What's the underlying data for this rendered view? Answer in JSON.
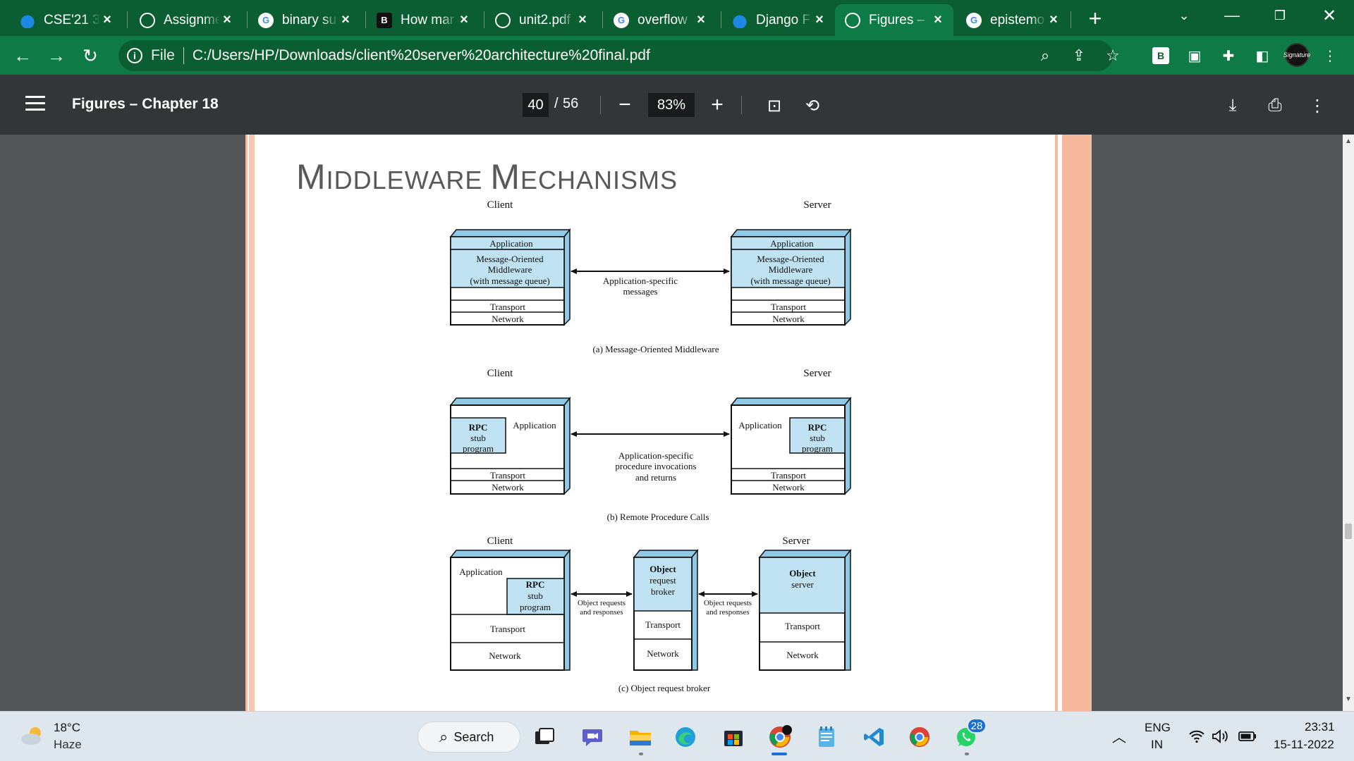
{
  "tabs": [
    {
      "label": "CSE'21 3",
      "icon": "onedrive-cloud-icon"
    },
    {
      "label": "Assignme",
      "icon": "web-globe-icon"
    },
    {
      "label": "binary su",
      "icon": "google-icon"
    },
    {
      "label": "How mar",
      "icon": "b-logo-icon"
    },
    {
      "label": "unit2.pdf",
      "icon": "web-globe-icon"
    },
    {
      "label": "overflow",
      "icon": "google-icon"
    },
    {
      "label": "Django F",
      "icon": "onedrive-cloud-icon"
    },
    {
      "label": "Figures –",
      "icon": "web-globe-icon",
      "active": true
    },
    {
      "label": "epistemo",
      "icon": "google-icon"
    }
  ],
  "address": {
    "scheme_label": "File",
    "url": "C:/Users/HP/Downloads/client%20server%20architecture%20final.pdf",
    "extension_b_label": "B",
    "profile_label": "Signature"
  },
  "pdf_toolbar": {
    "title": "Figures – Chapter 18",
    "page_current": "40",
    "page_separator": "/",
    "page_total": "56",
    "zoom": "83%"
  },
  "slide": {
    "title_cap1": "M",
    "title_rest1": "IDDLEWARE ",
    "title_cap2": "M",
    "title_rest2": "ECHANISMS"
  },
  "diagram": {
    "a": {
      "client_label": "Client",
      "server_label": "Server",
      "client_layers": [
        "Application",
        "Message-Oriented",
        "Middleware",
        "(with message queue)",
        "Transport",
        "Network"
      ],
      "server_layers": [
        "Application",
        "Message-Oriented",
        "Middleware",
        "(with message queue)",
        "Transport",
        "Network"
      ],
      "arrow_label": [
        "Application-specific",
        "messages"
      ],
      "caption": "(a) Message-Oriented Middleware"
    },
    "b": {
      "client_label": "Client",
      "server_label": "Server",
      "client_stub": [
        "RPC",
        "stub",
        "program"
      ],
      "client_app": "Application",
      "server_app": "Application",
      "server_stub": [
        "RPC",
        "stub",
        "program"
      ],
      "transport": "Transport",
      "network": "Network",
      "arrow_label": [
        "Application-specific",
        "procedure invocations",
        "and returns"
      ],
      "caption": "(b) Remote Procedure Calls"
    },
    "c": {
      "client_label": "Client",
      "server_label": "Server",
      "client_app": "Application",
      "client_stub": [
        "RPC",
        "stub",
        "program"
      ],
      "broker": [
        "Object",
        "request",
        "broker"
      ],
      "object_server": [
        "Object",
        "server"
      ],
      "transport": "Transport",
      "network": "Network",
      "arrow_label": [
        "Object requests",
        "and responses"
      ],
      "caption": "(c) Object request broker"
    },
    "colors": {
      "box_fill": "#bfe3f3",
      "box_side": "#8fc9e6",
      "stroke": "#111111"
    }
  },
  "taskbar": {
    "weather_temp": "18°C",
    "weather_condition": "Haze",
    "search_label": "Search",
    "whatsapp_badge": "28",
    "lang_line1": "ENG",
    "lang_line2": "IN",
    "time": "23:31",
    "date": "15-11-2022"
  }
}
